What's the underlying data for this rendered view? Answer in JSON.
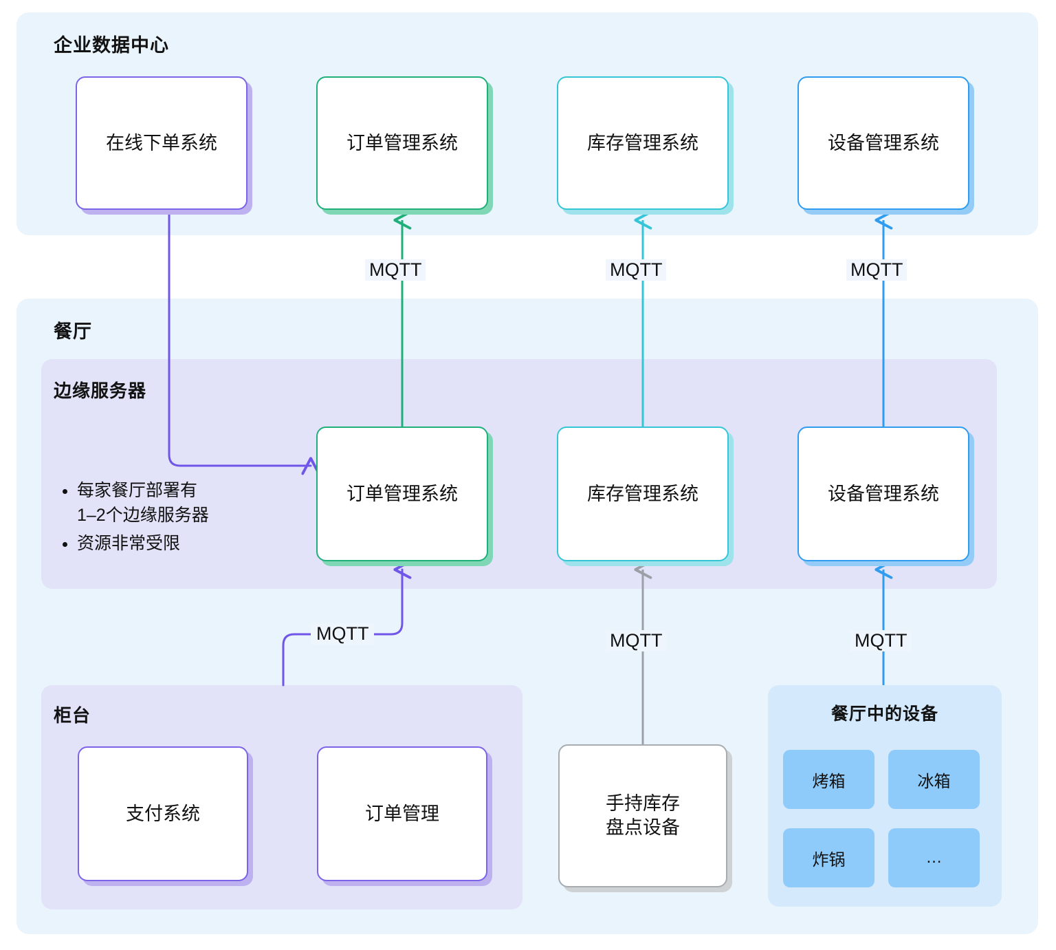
{
  "zones": {
    "datacenter": {
      "title": "企业数据中心"
    },
    "restaurant": {
      "title": "餐厅"
    },
    "edge_server": {
      "title": "边缘服务器"
    },
    "counter": {
      "title": "柜台"
    },
    "devices": {
      "title": "餐厅中的设备"
    }
  },
  "datacenter_cards": [
    {
      "label": "在线下单系统",
      "color": "#7c63e8"
    },
    {
      "label": "订单管理系统",
      "color": "#1fb07a"
    },
    {
      "label": "库存管理系统",
      "color": "#34c6d6"
    },
    {
      "label": "设备管理系统",
      "color": "#2f9cf0"
    }
  ],
  "edge_cards": [
    {
      "label": "订单管理系统",
      "color": "#1fb07a"
    },
    {
      "label": "库存管理系统",
      "color": "#34c6d6"
    },
    {
      "label": "设备管理系统",
      "color": "#2f9cf0"
    }
  ],
  "counter_cards": [
    {
      "label": "支付系统",
      "color": "#7c63e8"
    },
    {
      "label": "订单管理",
      "color": "#7c63e8"
    }
  ],
  "handheld_card": {
    "label": "手持库存\n盘点设备",
    "color": "#a8abaf"
  },
  "device_chips": [
    {
      "label": "烤箱"
    },
    {
      "label": "冰箱"
    },
    {
      "label": "炸锅"
    },
    {
      "label": "…"
    }
  ],
  "notes": {
    "items": [
      "每家餐厅部署有\n1–2个边缘服务器",
      "资源非常受限"
    ]
  },
  "protocol_labels": {
    "dc_order": "MQTT",
    "dc_inventory": "MQTT",
    "dc_device": "MQTT",
    "counter_to_edge": "MQTT",
    "handheld_to_edge": "MQTT",
    "devices_to_edge": "MQTT"
  },
  "wire_colors": {
    "order": "#1fb07a",
    "inventory": "#34c6d6",
    "device": "#2f9cf0",
    "purple": "#6f55e8",
    "grey": "#9aa0a6"
  }
}
